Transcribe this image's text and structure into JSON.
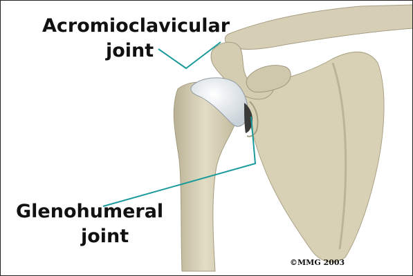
{
  "labels": {
    "acromioclavicular_line1": "Acromioclavicular",
    "acromioclavicular_line2": "joint",
    "glenohumeral_line1": "Glenohumeral",
    "glenohumeral_line2": "joint"
  },
  "copyright": "©MMG 2003",
  "colors": {
    "bone": "#d9d2b8",
    "bone_shadow": "#b7ae92",
    "cartilage": "#eef3f6",
    "joint_space": "#3a3a3a",
    "leader_line": "#1a9a9a",
    "text": "#111111"
  }
}
